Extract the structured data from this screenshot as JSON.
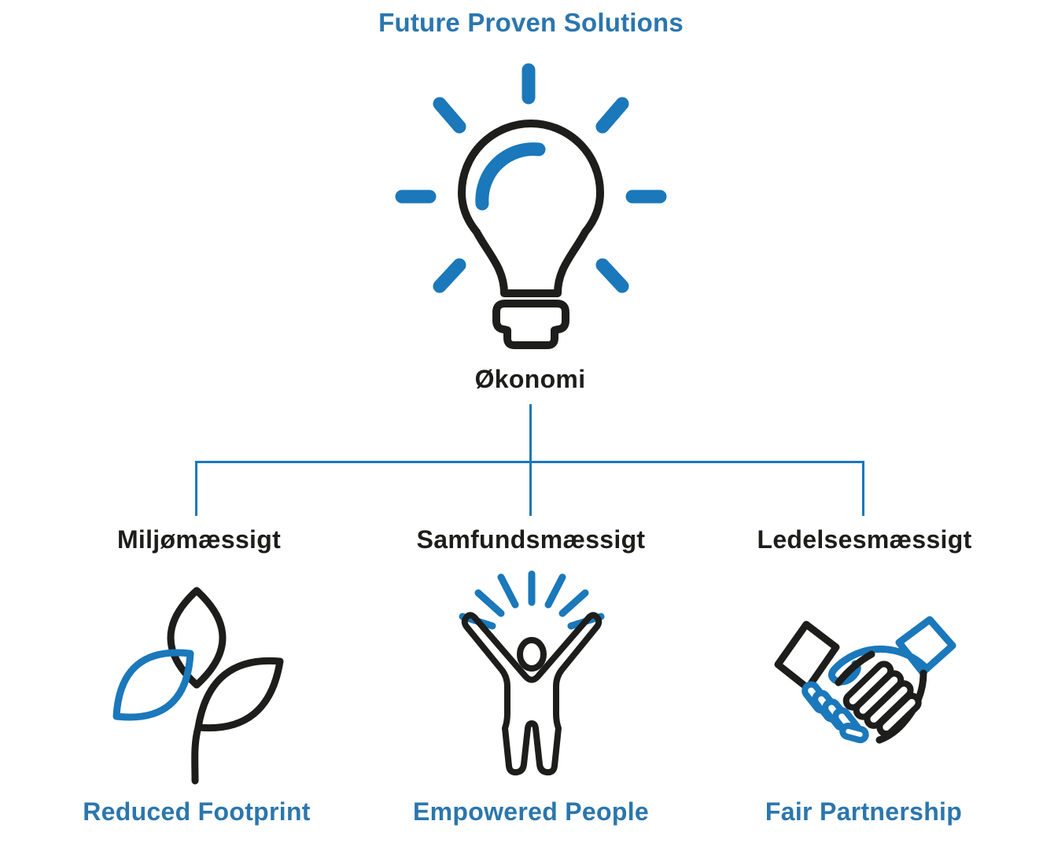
{
  "title": "Future Proven Solutions",
  "root": {
    "label": "Økonomi",
    "icon": "lightbulb-idea-icon"
  },
  "branches": [
    {
      "category": "Miljømæssigt",
      "icon": "plant-leaves-icon",
      "value": "Reduced Footprint"
    },
    {
      "category": "Samfundsmæssigt",
      "icon": "empowered-person-icon",
      "value": "Empowered People"
    },
    {
      "category": "Ledelsesmæssigt",
      "icon": "handshake-icon",
      "value": "Fair Partnership"
    }
  ],
  "colors": {
    "accent-blue": "#1a78bb",
    "text-blue": "#2b76ad",
    "ink": "#1d1d1b",
    "bg": "#ffffff"
  }
}
